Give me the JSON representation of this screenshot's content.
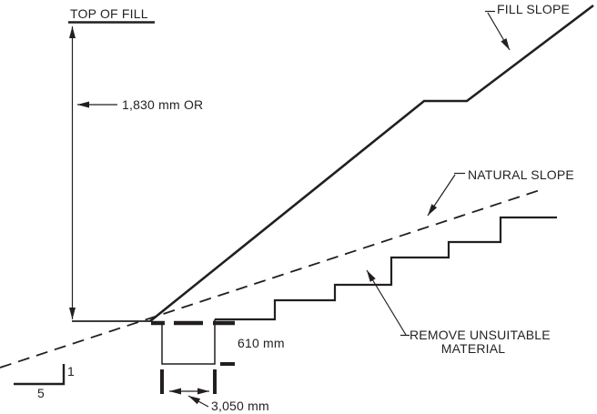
{
  "diagram": {
    "labels": {
      "top_of_fill": "TOP OF FILL",
      "fill_slope": "FILL SLOPE",
      "natural_slope": "NATURAL SLOPE",
      "remove_unsuitable_1": "REMOVE UNSUITABLE",
      "remove_unsuitable_2": "MATERIAL"
    },
    "dimensions": {
      "fill_height": "1,830 mm OR",
      "bench_depth": "610 mm",
      "bench_width": "3,050 mm"
    },
    "slope_ratio": {
      "rise": "1",
      "run": "5"
    },
    "colors": {
      "ink": "#231f20",
      "background": "#ffffff"
    }
  }
}
